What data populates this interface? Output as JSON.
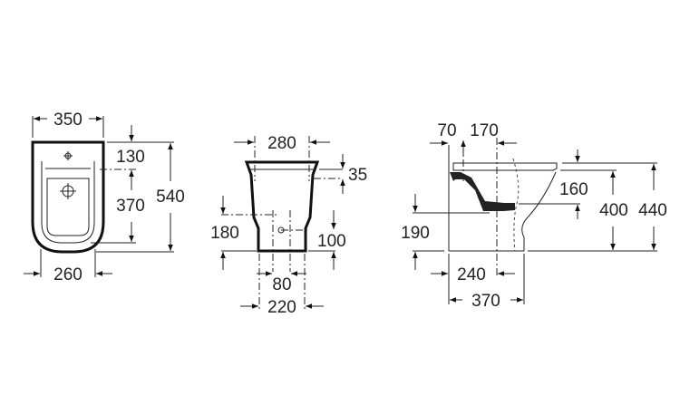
{
  "diagram": {
    "subject": "Bidet dimension drawing",
    "units": "mm",
    "views": [
      {
        "name": "top-view",
        "dimensions": {
          "width_top": "350",
          "tap_hole_offset": "130",
          "drain_offset": "370",
          "total_length": "540",
          "width_bottom": "260"
        }
      },
      {
        "name": "rear-view",
        "dimensions": {
          "top_width": "280",
          "fixing_offset": "35",
          "inlet_height": "180",
          "drain_height": "100",
          "inlet_spacing": "80",
          "base_width": "220"
        }
      },
      {
        "name": "side-view",
        "dimensions": {
          "overflow_offset": "70",
          "drain_axis": "170",
          "rim_to_bowl": "160",
          "rim_height": "400",
          "total_height": "440",
          "outlet_height": "190",
          "drain_from_wall": "240",
          "base_depth": "370"
        }
      }
    ]
  }
}
